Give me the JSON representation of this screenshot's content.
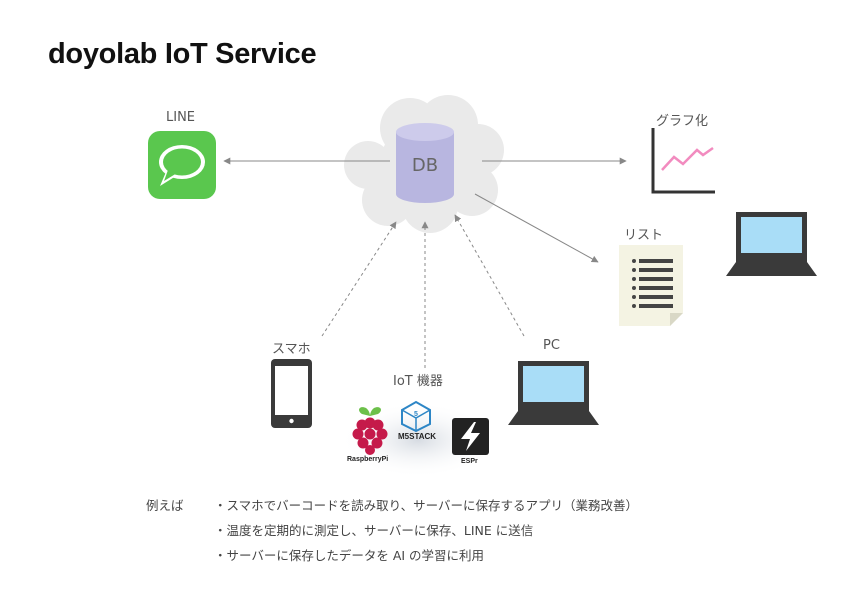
{
  "title": "doyolab IoT Service",
  "db_label": "DB",
  "nodes": {
    "line": "LINE",
    "graph": "グラフ化",
    "list": "リスト",
    "smartphone": "スマホ",
    "iot": "IoT 機器",
    "pc": "PC"
  },
  "device_logos": {
    "raspberry_pi": "RaspberryPi",
    "m5stack": "M5STACK",
    "espr": "ESPr"
  },
  "examples": {
    "label": "例えば",
    "items": [
      "・スマホでバーコードを読み取り、サーバーに保存するアプリ（業務改善）",
      "・温度を定期的に測定し、サーバーに保存、LINE に送信",
      "・サーバーに保存したデータを AI の学習に利用"
    ]
  },
  "colors": {
    "line_green": "#5ac74e",
    "db_purple": "#b8b6e0",
    "cloud_gray": "#eaeaea",
    "graph_pink": "#f28bbf",
    "screen_blue": "#a9ddf7",
    "device_dark": "#3a3a3a",
    "raspberry": "#c51a4a",
    "m5stack_blue": "#2d86c6"
  },
  "icons": [
    "cloud-icon",
    "database-icon",
    "chat-bubble-icon",
    "graph-icon",
    "list-document-icon",
    "laptop-icon",
    "smartphone-icon",
    "raspberry-pi-icon",
    "m5stack-icon",
    "espr-icon"
  ]
}
